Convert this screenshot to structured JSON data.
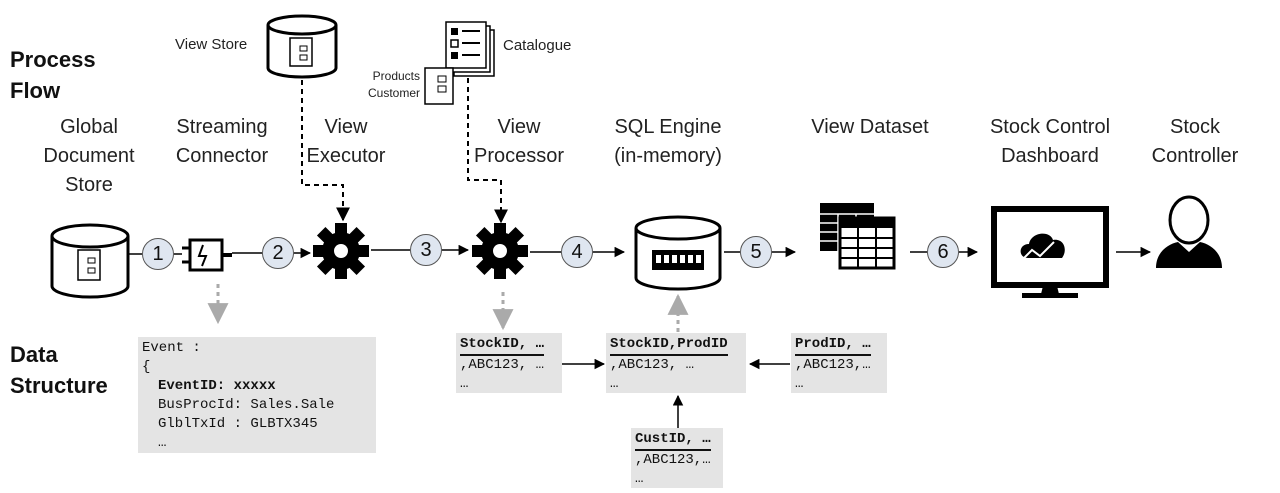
{
  "section_labels": {
    "process_flow": [
      "Process",
      "Flow"
    ],
    "data_structure": [
      "Data",
      "Structure"
    ]
  },
  "components": {
    "global_document_store": [
      "Global",
      "Document",
      "Store"
    ],
    "streaming_connector": [
      "Streaming",
      "Connector"
    ],
    "view_executor": [
      "View",
      "Executor"
    ],
    "view_processor": [
      "View",
      "Processor"
    ],
    "sql_engine": [
      "SQL Engine",
      "(in-memory)"
    ],
    "view_dataset": [
      "View Dataset"
    ],
    "stock_control_dashboard": [
      "Stock Control",
      "Dashboard"
    ],
    "stock_controller": [
      "Stock",
      "Controller"
    ]
  },
  "inputs": {
    "view_store": "View Store",
    "catalogue": "Catalogue",
    "catalogue_items": [
      "Products",
      "Customer"
    ]
  },
  "steps": [
    "1",
    "2",
    "3",
    "4",
    "5",
    "6"
  ],
  "event_box": {
    "lines": [
      "Event :",
      "{"
    ],
    "event_id_label": "EventID:",
    "event_id_value": "xxxxx",
    "busproc": "BusProcId: Sales.Sale",
    "glbltx": "GlblTxId : GLBTX345",
    "ellipsis": "…"
  },
  "stock_box": {
    "header": "StockID, …",
    "row": ",ABC123, …",
    "ellipsis": "…"
  },
  "join_box": {
    "header": "StockID,ProdID",
    "row": ",ABC123, …",
    "ellipsis": "…"
  },
  "prod_box": {
    "header": "ProdID, …",
    "row": ",ABC123,…",
    "ellipsis": "…"
  },
  "cust_box": {
    "header": "CustID, …",
    "row": ",ABC123,…",
    "ellipsis": "…"
  },
  "colors": {
    "step_fill": "#dfe6f0",
    "box_fill": "#e4e4e4",
    "dotted_arrow": "#aaaaaa",
    "ink": "#000000"
  }
}
